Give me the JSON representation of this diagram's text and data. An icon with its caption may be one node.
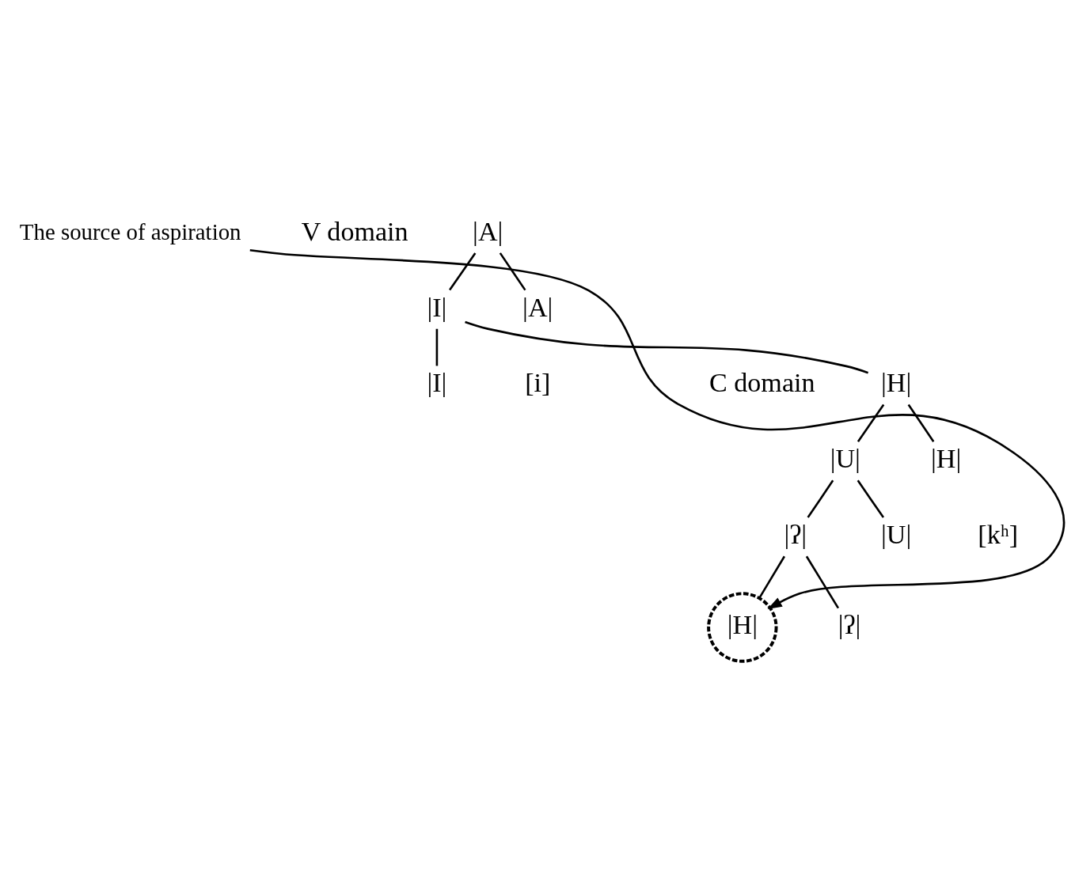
{
  "diagram": {
    "nodes": [
      {
        "text": [
          "|A|"
        ]
      },
      {
        "text": [
          "|I|"
        ]
      },
      {
        "text": [
          "|A|"
        ]
      },
      {
        "text": [
          "|H|"
        ]
      },
      {
        "text": [
          "|I|"
        ]
      },
      {
        "text": [
          "|U|"
        ]
      },
      {
        "text": [
          "|H|"
        ]
      },
      {
        "text": [
          "|ʔ|"
        ]
      },
      {
        "text": [
          "|U|"
        ]
      },
      {
        "text": [
          "|H|"
        ]
      },
      {
        "text": [
          "|ʔ|"
        ]
      },
      {
        "text": [
          "The source of aspiration"
        ]
      }
    ],
    "edges": [
      {
        "from": 0,
        "to": 1,
        "arrow": "none"
      },
      {
        "from": 0,
        "to": 2,
        "arrow": "none"
      },
      {
        "from": 1,
        "to": 3,
        "arrow": "none"
      },
      {
        "from": 1,
        "to": 4,
        "arrow": "none"
      },
      {
        "from": 3,
        "to": 5,
        "arrow": "none"
      },
      {
        "from": 3,
        "to": 6,
        "arrow": "none"
      },
      {
        "from": 5,
        "to": 7,
        "arrow": "none"
      },
      {
        "from": 5,
        "to": 8,
        "arrow": "none"
      },
      {
        "from": 7,
        "to": 9,
        "arrow": "none"
      },
      {
        "from": 7,
        "to": 10,
        "arrow": "none"
      },
      {
        "from": 11,
        "to": 9,
        "arrow": "to"
      }
    ],
    "labels": [
      "V domain",
      "C domain",
      "[i]",
      "[kʰ]"
    ]
  }
}
